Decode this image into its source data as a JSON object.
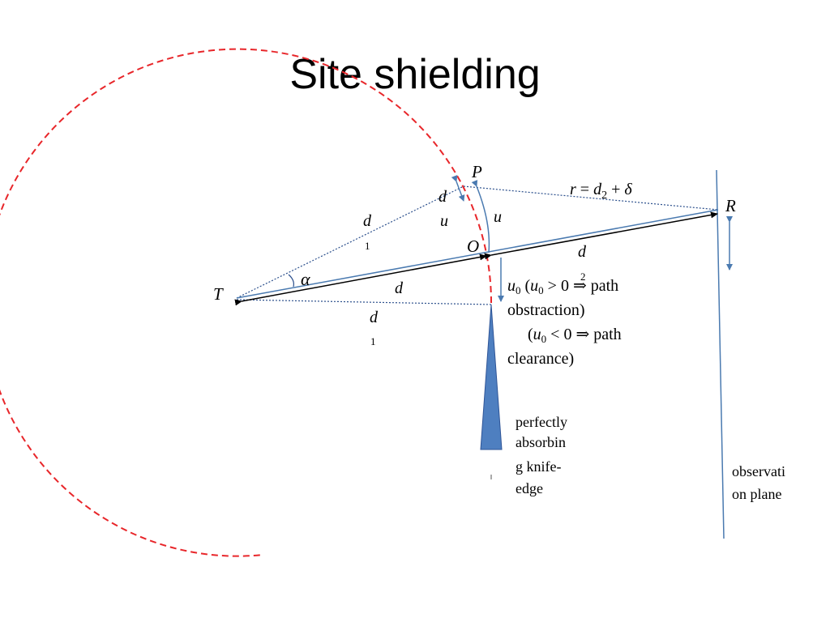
{
  "title": "Site shielding",
  "labels": {
    "P": "P",
    "r": "r",
    "eq": "=",
    "d": "d",
    "sub2": "2",
    "plus": "+",
    "delta": "δ",
    "R": "R",
    "du_d": "d",
    "du_u": "u",
    "u": "u",
    "d1_d": "d",
    "d1_sub": "1",
    "O": "O",
    "d2_d": "d",
    "d2_sub": "2",
    "alpha": "α",
    "T": "T",
    "d_mid": "d",
    "d1b_d": "d",
    "d1b_sub": "1",
    "u0_u": "u",
    "u0_sub": "0",
    "line1_open": "(",
    "line1_u": "u",
    "line1_sub": "0",
    "line1_rest": " > 0 ⇒  path",
    "line2": "obstraction)",
    "line3_open": "(",
    "line3_u": "u",
    "line3_sub": "0",
    "line3_rest": " < 0 ⇒  path",
    "line4": "clearance)",
    "knife_edge": [
      "perfectly",
      "absorbin",
      "g knife-",
      "edge"
    ],
    "obs_plane": [
      "observati",
      "on plane"
    ]
  },
  "colors": {
    "circle": "#e8262a",
    "axis": "#4a7ab0",
    "knife": "#4e7fc0",
    "black": "#000000"
  }
}
